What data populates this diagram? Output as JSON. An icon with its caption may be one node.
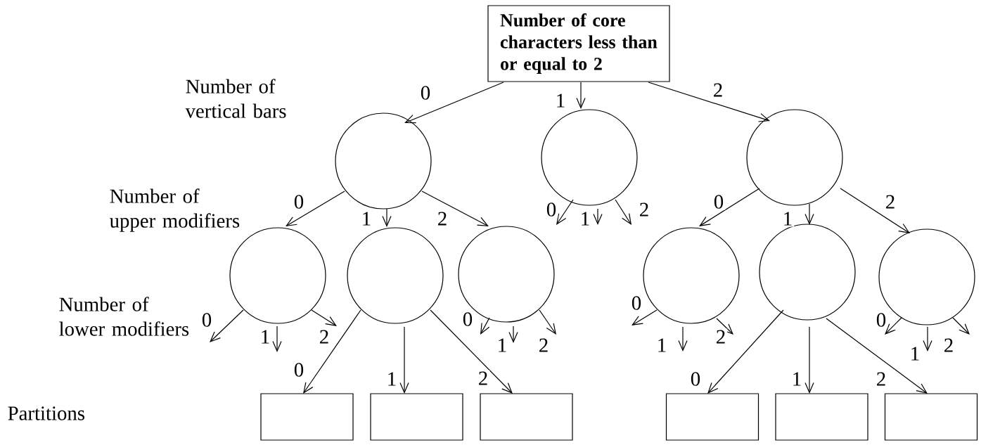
{
  "diagram": {
    "nodes": [
      {
        "text": [
          "Number of core characters less than or equal to 2"
        ]
      },
      {
        "text": [],
        "shape": "circle"
      },
      {
        "text": [],
        "shape": "circle"
      },
      {
        "text": [],
        "shape": "circle"
      },
      {
        "text": [],
        "shape": "circle"
      },
      {
        "text": [],
        "shape": "circle"
      },
      {
        "text": [],
        "shape": "circle"
      },
      {
        "text": [],
        "shape": "circle"
      },
      {
        "text": [],
        "shape": "circle"
      },
      {
        "text": [],
        "shape": "circle"
      },
      {
        "text": [],
        "shape": "box"
      },
      {
        "text": [],
        "shape": "box"
      },
      {
        "text": [],
        "shape": "box"
      },
      {
        "text": [],
        "shape": "box"
      },
      {
        "text": [],
        "shape": "box"
      },
      {
        "text": [],
        "shape": "box"
      }
    ],
    "edges": [
      {
        "from": 0,
        "to": 1,
        "arrow": "to",
        "label": "0"
      },
      {
        "from": 0,
        "to": 2,
        "arrow": "to",
        "label": "1"
      },
      {
        "from": 0,
        "to": 3,
        "arrow": "to",
        "label": "2"
      },
      {
        "from": 1,
        "to": 4,
        "arrow": "to",
        "label": "0"
      },
      {
        "from": 1,
        "to": 5,
        "arrow": "to",
        "label": "1"
      },
      {
        "from": 1,
        "to": 6,
        "arrow": "to",
        "label": "2"
      },
      {
        "from": 2,
        "to": null,
        "arrow": "to",
        "label": "0"
      },
      {
        "from": 2,
        "to": null,
        "arrow": "to",
        "label": "1"
      },
      {
        "from": 2,
        "to": null,
        "arrow": "to",
        "label": "2"
      },
      {
        "from": 3,
        "to": 7,
        "arrow": "to",
        "label": "0"
      },
      {
        "from": 3,
        "to": 8,
        "arrow": "to",
        "label": "1"
      },
      {
        "from": 3,
        "to": 9,
        "arrow": "to",
        "label": "2"
      },
      {
        "from": 4,
        "to": null,
        "arrow": "to",
        "label": "0"
      },
      {
        "from": 4,
        "to": null,
        "arrow": "to",
        "label": "1"
      },
      {
        "from": 4,
        "to": null,
        "arrow": "to",
        "label": "2"
      },
      {
        "from": 5,
        "to": 10,
        "arrow": "to",
        "label": "0"
      },
      {
        "from": 5,
        "to": 11,
        "arrow": "to",
        "label": "1"
      },
      {
        "from": 5,
        "to": 12,
        "arrow": "to",
        "label": "2"
      },
      {
        "from": 6,
        "to": null,
        "arrow": "to",
        "label": "0"
      },
      {
        "from": 6,
        "to": null,
        "arrow": "to",
        "label": "1"
      },
      {
        "from": 6,
        "to": null,
        "arrow": "to",
        "label": "2"
      },
      {
        "from": 7,
        "to": null,
        "arrow": "to",
        "label": "0"
      },
      {
        "from": 7,
        "to": null,
        "arrow": "to",
        "label": "1"
      },
      {
        "from": 7,
        "to": null,
        "arrow": "to",
        "label": "2"
      },
      {
        "from": 8,
        "to": 13,
        "arrow": "to",
        "label": "0"
      },
      {
        "from": 8,
        "to": 14,
        "arrow": "to",
        "label": "1"
      },
      {
        "from": 8,
        "to": 15,
        "arrow": "to",
        "label": "2"
      },
      {
        "from": 9,
        "to": null,
        "arrow": "to",
        "label": "0"
      },
      {
        "from": 9,
        "to": null,
        "arrow": "to",
        "label": "1"
      },
      {
        "from": 9,
        "to": null,
        "arrow": "to",
        "label": "2"
      }
    ],
    "labels": [
      "Number of vertical bars",
      "Number of upper modifiers",
      "Number of lower modifiers",
      "Partitions"
    ]
  }
}
